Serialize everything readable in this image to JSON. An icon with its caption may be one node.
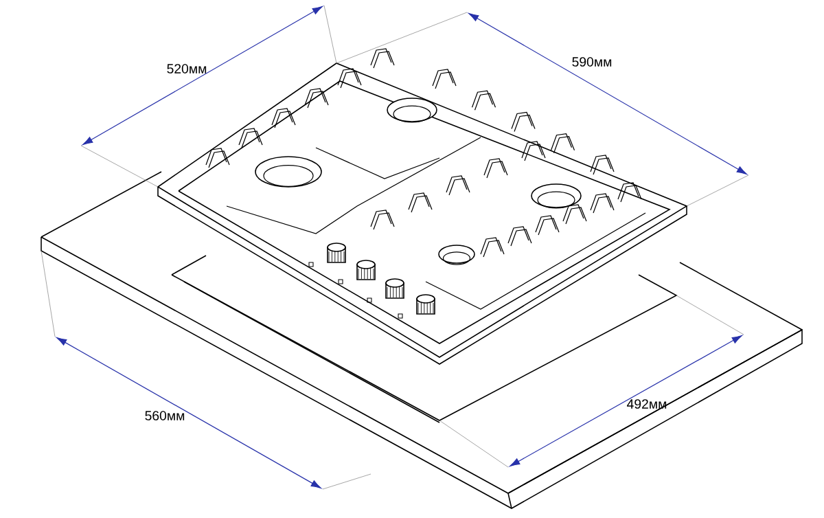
{
  "diagram": {
    "labels": [
      "520мм",
      "590мм",
      "560мм",
      "492мм"
    ]
  }
}
